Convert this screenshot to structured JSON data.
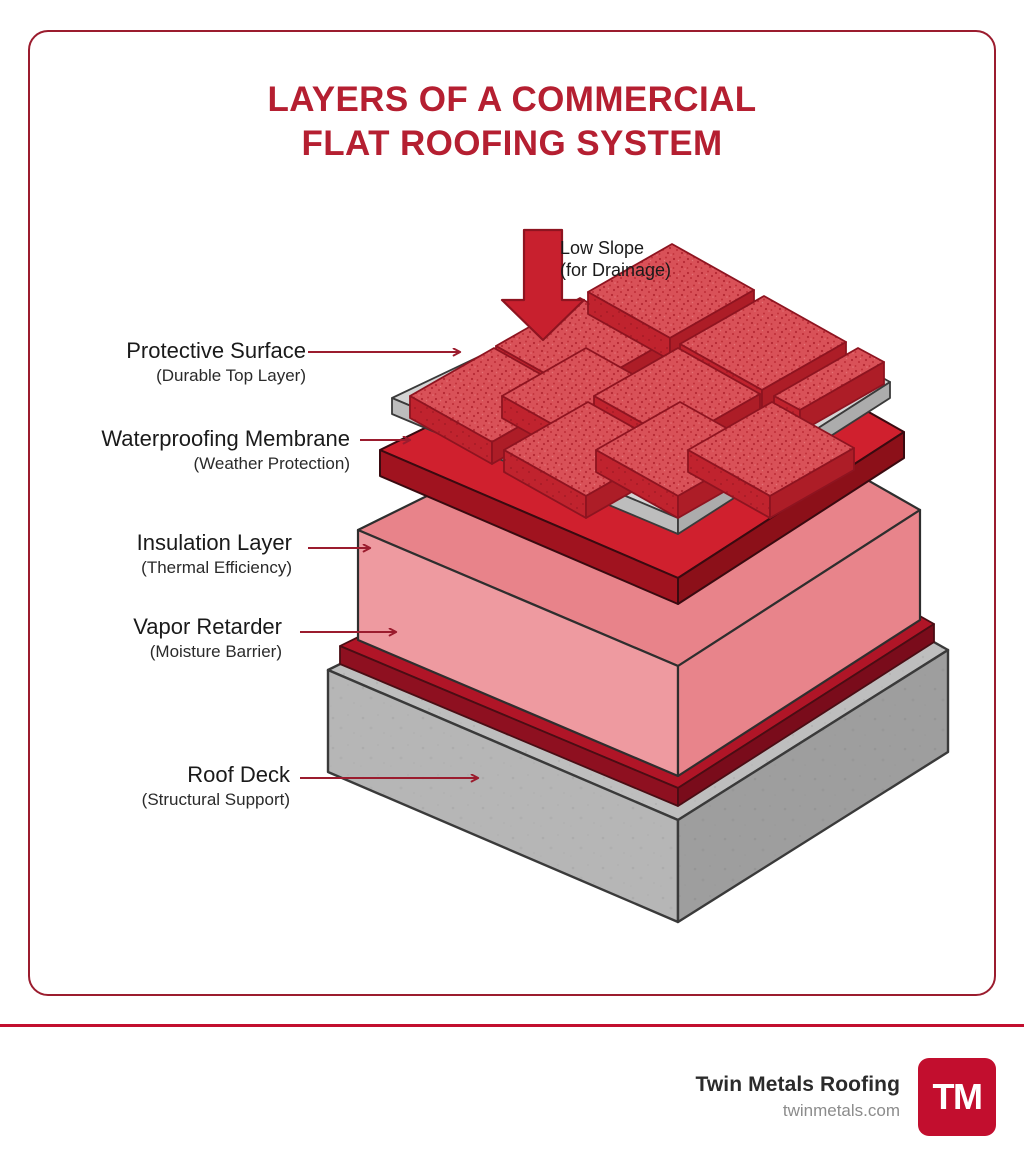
{
  "title": {
    "line1": "LAYERS OF A COMMERCIAL",
    "line2": "FLAT ROOFING SYSTEM",
    "color": "#B51F31"
  },
  "slope_note": {
    "line1": "Low Slope",
    "line2": "(for Drainage)",
    "arrow_icon": "down-arrow-icon",
    "arrow_color": "#C8202E"
  },
  "callouts": [
    {
      "id": "protective-surface",
      "main": "Protective Surface",
      "sub": "(Durable Top Layer)"
    },
    {
      "id": "waterproofing-membrane",
      "main": "Waterproofing Membrane",
      "sub": "(Weather Protection)"
    },
    {
      "id": "insulation-layer",
      "main": "Insulation Layer",
      "sub": "(Thermal Efficiency)"
    },
    {
      "id": "vapor-retarder",
      "main": "Vapor Retarder",
      "sub": "(Moisture Barrier)"
    },
    {
      "id": "roof-deck",
      "main": "Roof Deck",
      "sub": "(Structural Support)"
    }
  ],
  "diagram": {
    "type": "isometric-layer-stack",
    "leader_color": "#9B1C2E",
    "layers": [
      {
        "name": "protective-surface-pavers",
        "label": "Protective Surface",
        "grid": "3x3",
        "top_color": "#D95158",
        "side_color": "#C0232E",
        "texture": "speckled",
        "substrate_color": "#CFCFCF"
      },
      {
        "name": "waterproofing-membrane",
        "label": "Waterproofing Membrane",
        "top_color": "#D0202E",
        "side_color": "#9B1320"
      },
      {
        "name": "insulation-layer",
        "label": "Insulation Layer",
        "top_color": "#E8838A",
        "side_color": "#EE9AA0",
        "front_color": "#EB8F96"
      },
      {
        "name": "vapor-retarder",
        "label": "Vapor Retarder",
        "top_color": "#B01527",
        "side_color": "#8E1020"
      },
      {
        "name": "roof-deck",
        "label": "Roof Deck",
        "top_color": "#BEBEBE",
        "left_color": "#B4B4B4",
        "right_color": "#9C9C9C",
        "texture": "concrete"
      }
    ]
  },
  "footer": {
    "brand": "Twin Metals Roofing",
    "site": "twinmetals.com",
    "logo_text": "TM",
    "logo_color": "#C20E2E",
    "divider_color": "#C20E2E"
  }
}
